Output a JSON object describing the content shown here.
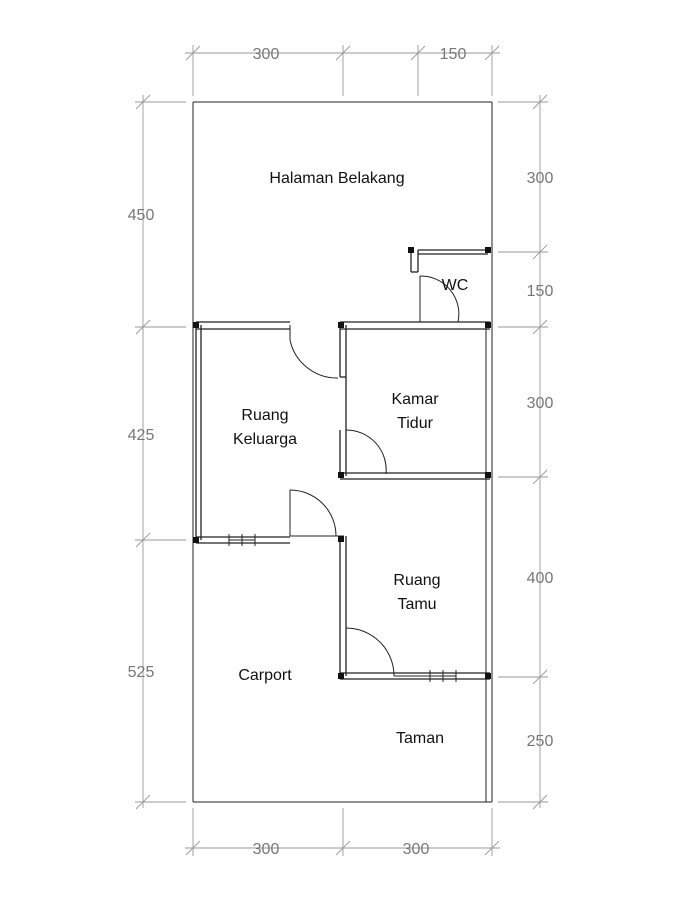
{
  "rooms": {
    "halaman_belakang": "Halaman Belakang",
    "wc": "WC",
    "kamar_line1": "Kamar",
    "kamar_line2": "Tidur",
    "keluarga_line1": "Ruang",
    "keluarga_line2": "Keluarga",
    "tamu_line1": "Ruang",
    "tamu_line2": "Tamu",
    "carport": "Carport",
    "taman": "Taman"
  },
  "dimensions": {
    "top_left": "300",
    "top_right": "150",
    "bottom_left": "300",
    "bottom_right": "300",
    "left_1": "450",
    "left_2": "425",
    "left_3": "525",
    "right_1": "300",
    "right_2": "150",
    "right_3": "300",
    "right_4": "400",
    "right_5": "250"
  }
}
